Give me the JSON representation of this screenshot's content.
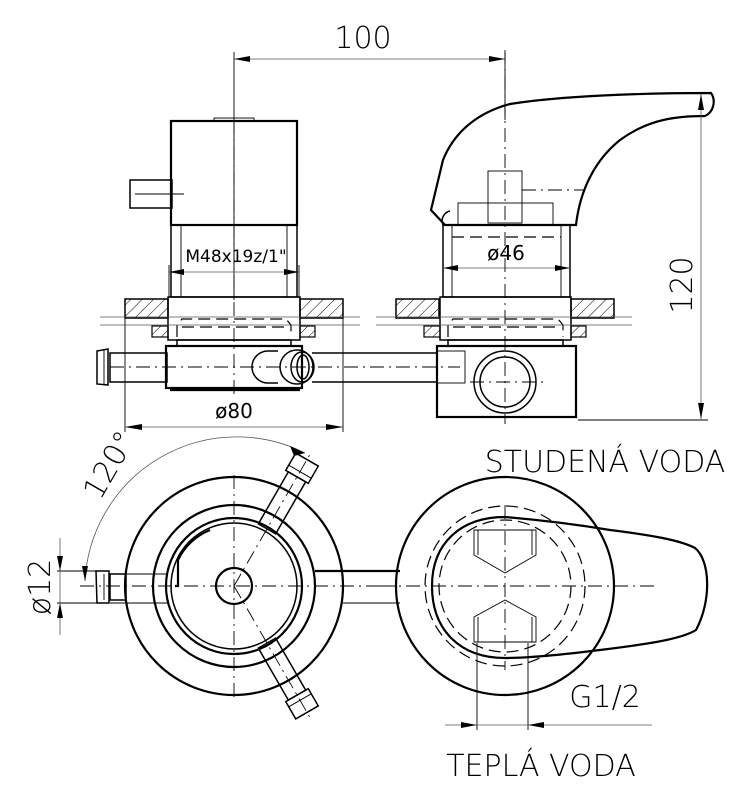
{
  "drawing": {
    "title": "Mixer valve technical drawing",
    "dimensions": {
      "center_distance": "100",
      "height": "120",
      "thread": "M48x19z/1\"",
      "body_diameter": "ø46",
      "flange_diameter": "ø80",
      "outlet_diameter": "ø12",
      "outlet_angle": "120°",
      "inlet_thread": "G1/2"
    },
    "labels": {
      "cold_water": "STUDENÁ VODA",
      "hot_water": "TEPLÁ VODA"
    },
    "colors": {
      "line": "#000000",
      "background": "#ffffff"
    }
  }
}
